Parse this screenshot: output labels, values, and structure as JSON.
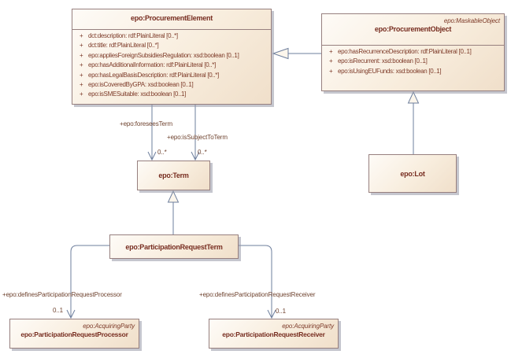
{
  "diagram_type": "uml-class-diagram",
  "classes": [
    {
      "name": "epo:ProcurementElement",
      "attributes": [
        {
          "vis": "+",
          "text": "dct:description: rdf:PlainLiteral [0..*]"
        },
        {
          "vis": "+",
          "text": "dct:title: rdf:PlainLiteral [0..*]"
        },
        {
          "vis": "+",
          "text": "epo:appliesForeignSubsidiesRegulation: xsd:boolean [0..1]"
        },
        {
          "vis": "+",
          "text": "epo:hasAdditionalInformation: rdf:PlainLiteral [0..*]"
        },
        {
          "vis": "+",
          "text": "epo:hasLegalBasisDescription: rdf:PlainLiteral [0..*]"
        },
        {
          "vis": "+",
          "text": "epo:isCoveredByGPA: xsd:boolean [0..1]"
        },
        {
          "vis": "+",
          "text": "epo:isSMESuitable: xsd:boolean [0..1]"
        }
      ]
    },
    {
      "name": "epo:ProcurementObject",
      "stereotype": "epo:MaskableObject",
      "attributes": [
        {
          "vis": "+",
          "text": "epo:hasRecurrenceDescription: rdf:PlainLiteral [0..1]"
        },
        {
          "vis": "+",
          "text": "epo:isRecurrent: xsd:boolean [0..1]"
        },
        {
          "vis": "+",
          "text": "epo:isUsingEUFunds: xsd:boolean [0..1]"
        }
      ]
    },
    {
      "name": "epo:Term"
    },
    {
      "name": "epo:Lot"
    },
    {
      "name": "epo:ParticipationRequestTerm"
    },
    {
      "name": "epo:ParticipationRequestProcessor",
      "stereotype": "epo:AcquiringParty"
    },
    {
      "name": "epo:ParticipationRequestReceiver",
      "stereotype": "epo:AcquiringParty"
    }
  ],
  "connectors": [
    {
      "type": "generalization",
      "from": "epo:ProcurementObject",
      "to": "epo:ProcurementElement"
    },
    {
      "type": "generalization",
      "from": "epo:Lot",
      "to": "epo:ProcurementObject"
    },
    {
      "type": "generalization",
      "from": "epo:ParticipationRequestTerm",
      "to": "epo:Term"
    },
    {
      "type": "association",
      "label": "+epo:foreseesTerm",
      "multiplicity": "0..*",
      "from": "epo:ProcurementElement",
      "to": "epo:Term"
    },
    {
      "type": "association",
      "label": "+epo:isSubjectToTerm",
      "multiplicity": "0..*",
      "from": "epo:ProcurementElement",
      "to": "epo:Term"
    },
    {
      "type": "association",
      "label": "+epo:definesParticipationRequestProcessor",
      "multiplicity": "0..1",
      "from": "epo:ParticipationRequestTerm",
      "to": "epo:ParticipationRequestProcessor"
    },
    {
      "type": "association",
      "label": "+epo:definesParticipationRequestReceiver",
      "multiplicity": "0..1",
      "from": "epo:ParticipationRequestTerm",
      "to": "epo:ParticipationRequestReceiver"
    }
  ],
  "colors": {
    "background": "#ffffff",
    "box_fill_top": "#fefbf7",
    "box_fill_bottom": "#f0dfca",
    "box_border": "#97807f",
    "class_title_text": "#772d20",
    "attribute_text": "#7d3a28",
    "connector_line": "#6e7f9d",
    "connector_label_text": "#6f432f",
    "shadow": "#9698a5"
  }
}
